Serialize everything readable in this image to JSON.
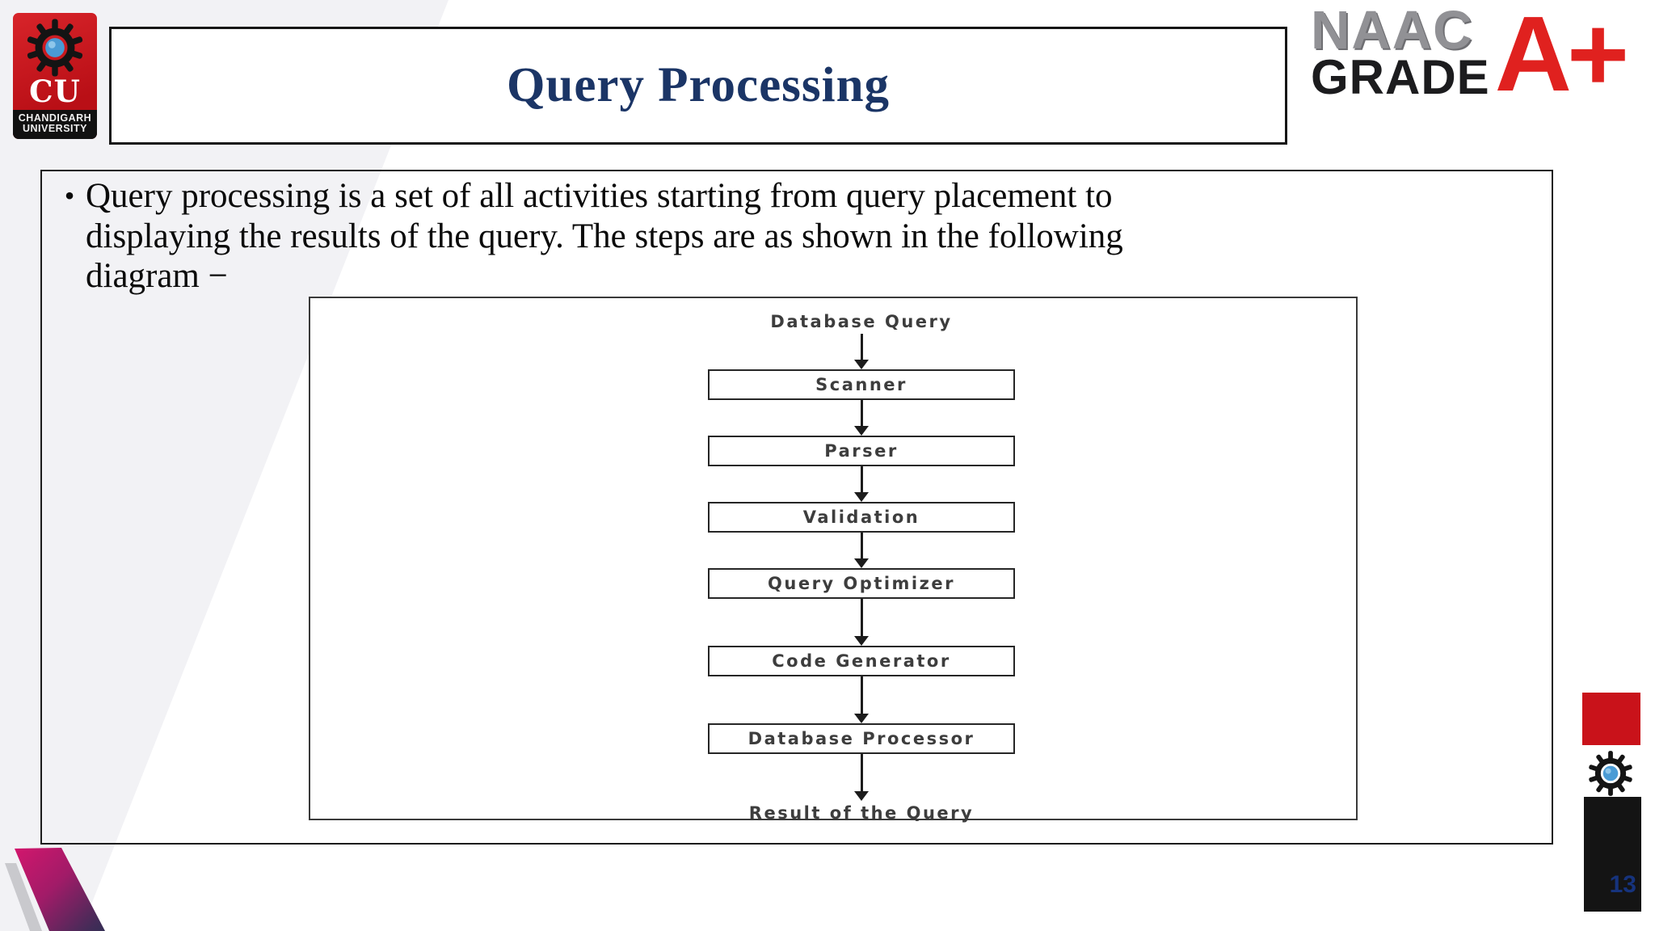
{
  "slide": {
    "title": "Query Processing",
    "page_number": "13"
  },
  "logos": {
    "cu": {
      "abbr": "CU",
      "name_line1": "CHANDIGARH",
      "name_line2": "UNIVERSITY"
    },
    "naac": {
      "line1": "NAAC",
      "line2": "GRADE",
      "grade": "A+"
    }
  },
  "body": {
    "bullet_glyph": "•",
    "lines": [
      "Query processing is a set of all activities starting from query placement to",
      "displaying the results of the query. The steps are as shown in the following",
      "diagram −"
    ]
  },
  "diagram": {
    "start_label": "Database Query",
    "boxes": [
      "Scanner",
      "Parser",
      "Validation",
      "Query Optimizer",
      "Code Generator",
      "Database Processor"
    ],
    "end_label": "Result of the Query"
  },
  "colors": {
    "title_text": "#1b3566",
    "cu_logo_red": "#c9121a",
    "naac_gray": "#919195",
    "naac_black": "#1c1c1e",
    "naac_grade_red": "#e0211f",
    "page_number_blue": "#16337d",
    "accent_magenta": "#e0156e",
    "footer_black": "#141414"
  }
}
